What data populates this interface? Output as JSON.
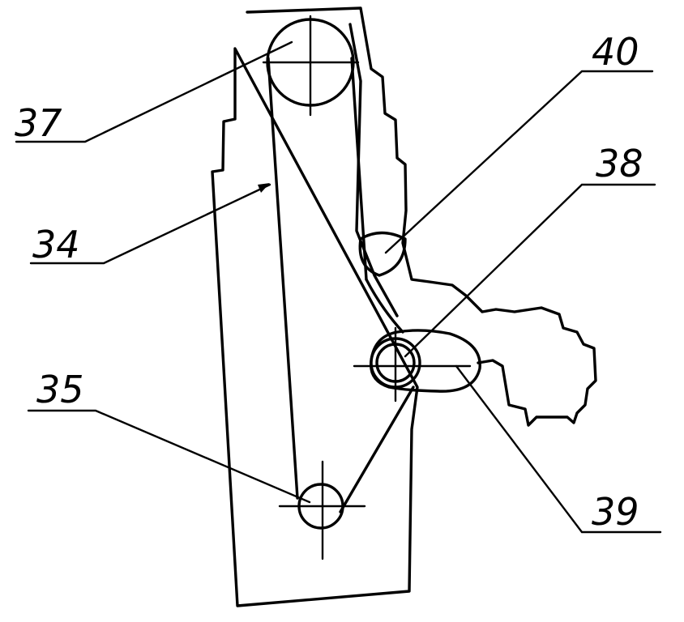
{
  "labels": {
    "belt": "34",
    "lower_pulley": "35",
    "upper_pulley": "37",
    "idler_pulley": "38",
    "idler_holder": "39",
    "guide": "40"
  },
  "colors": {
    "ink": "#000000",
    "paper": "#ffffff"
  }
}
